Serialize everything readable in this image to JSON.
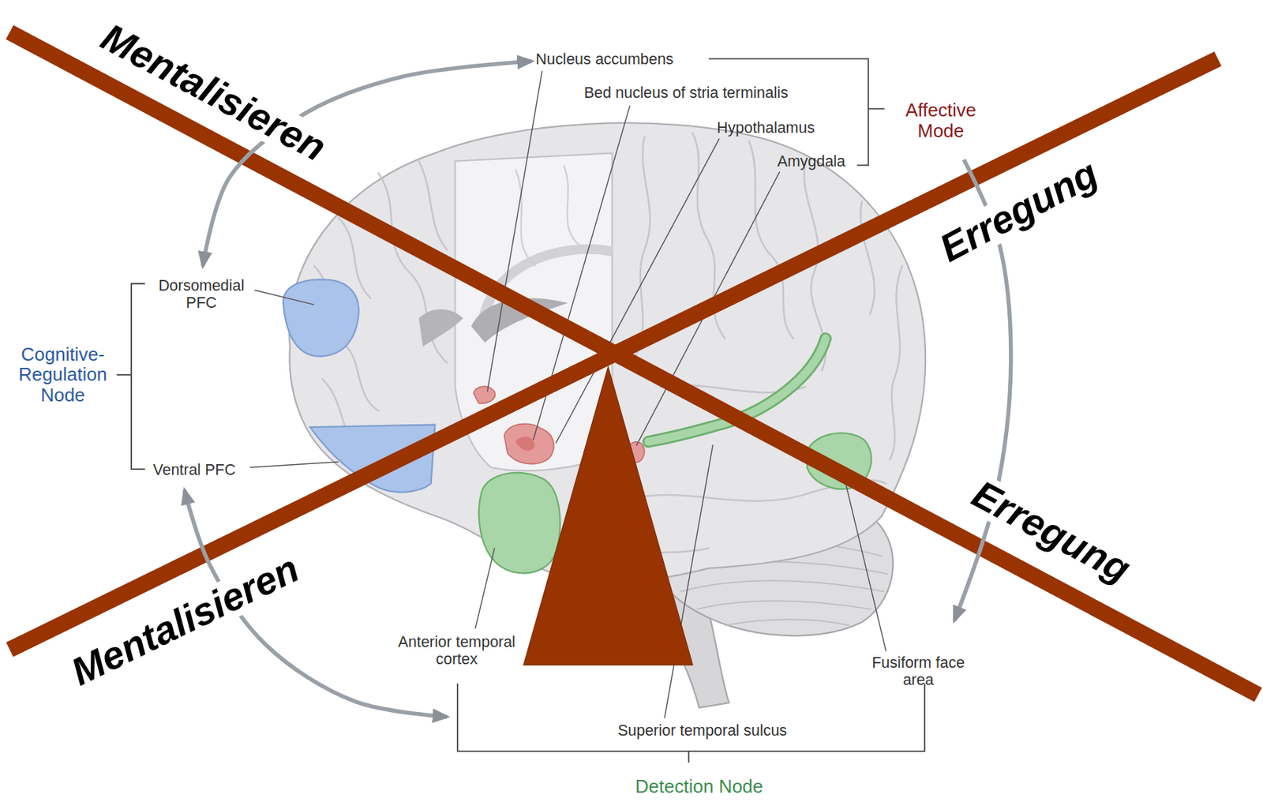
{
  "diagram": {
    "nodes": [
      {
        "text": [
          "Affective Mode"
        ]
      },
      {
        "text": [
          "Cognitive-Regulation Node"
        ]
      },
      {
        "text": [
          "Detection Node"
        ]
      }
    ],
    "edges": [
      {
        "from": 1,
        "to": 0,
        "arrow": "both"
      },
      {
        "from": 0,
        "to": 2,
        "arrow": "to"
      },
      {
        "from": 1,
        "to": 2,
        "arrow": "both"
      }
    ],
    "labels": [
      "Mentalisieren",
      "Nucleus accumbens",
      "Bed nucleus of stria terminalis",
      "Hypothalamus",
      "Amygdala",
      "Erregung",
      "Dorsomedial PFC",
      "Ventral PFC",
      "Erregung",
      "Mentalisieren",
      "Anterior temporal cortex",
      "Fusiform face area",
      "Superior temporal sulcus"
    ]
  }
}
